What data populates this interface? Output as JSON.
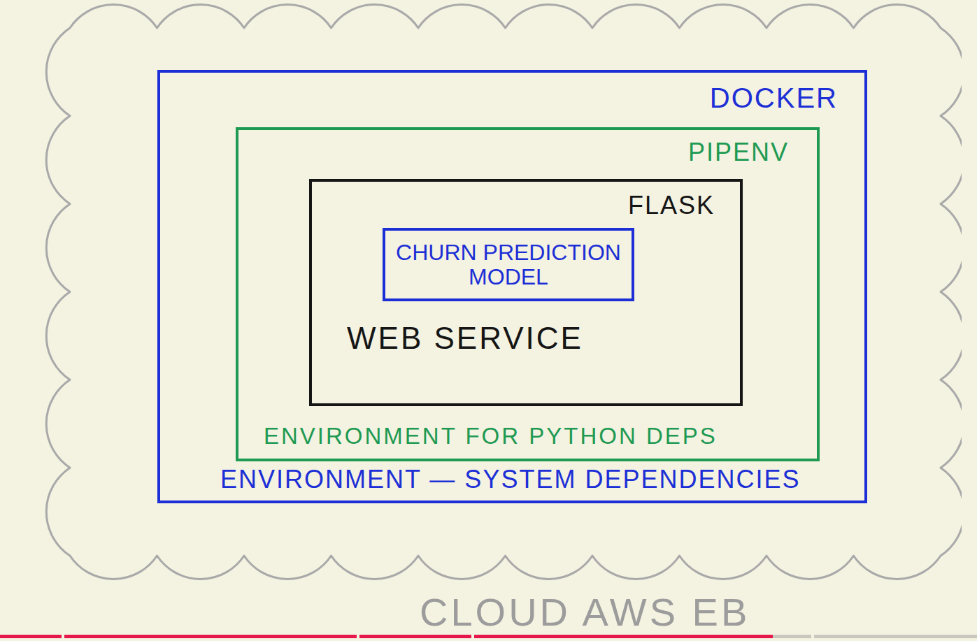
{
  "diagram": {
    "nodes": [
      {
        "text": [
          "CLOUD AWS EB"
        ]
      },
      {
        "text": [
          "DOCKER",
          "ENVIRONMENT — SYSTEM DEPENDENCIES"
        ],
        "in": 0
      },
      {
        "text": [
          "PIPENV",
          "ENVIRONMENT FOR PYTHON DEPS"
        ],
        "in": 1
      },
      {
        "text": [
          "FLASK",
          "WEB SERVICE"
        ],
        "in": 2
      },
      {
        "text": [
          "CHURN PREDICTION MODEL"
        ],
        "in": 3
      }
    ]
  }
}
